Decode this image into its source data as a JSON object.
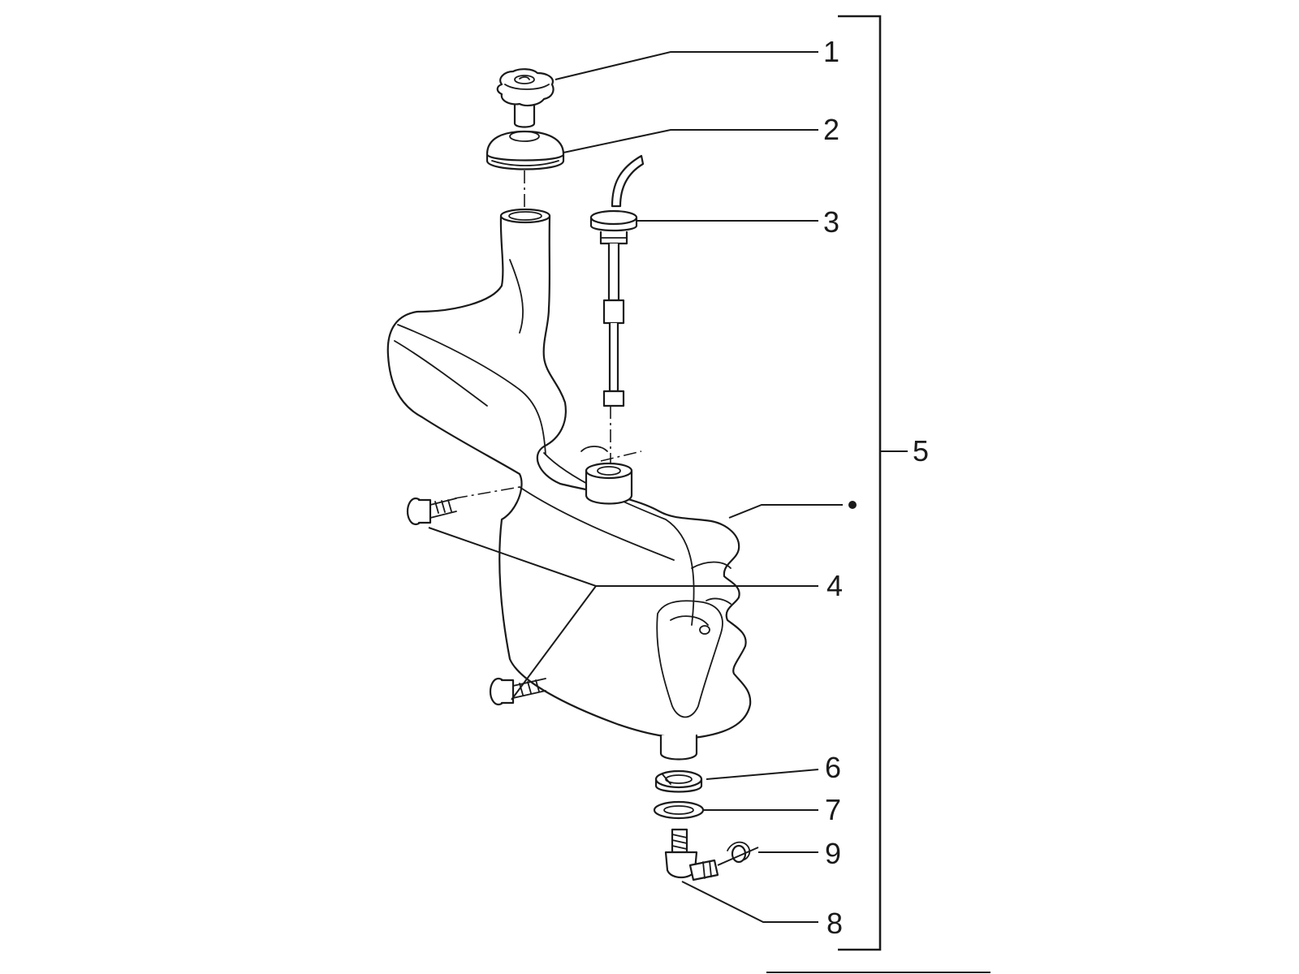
{
  "callouts": [
    {
      "id": "1",
      "label": "1"
    },
    {
      "id": "2",
      "label": "2"
    },
    {
      "id": "3",
      "label": "3"
    },
    {
      "id": "4",
      "label": "4"
    },
    {
      "id": "5",
      "label": "5"
    },
    {
      "id": "6",
      "label": "6"
    },
    {
      "id": "7",
      "label": "7"
    },
    {
      "id": "8",
      "label": "8"
    },
    {
      "id": "9",
      "label": "9"
    }
  ],
  "colors": {
    "ink": "#1a1a1a",
    "paper": "#ffffff"
  }
}
